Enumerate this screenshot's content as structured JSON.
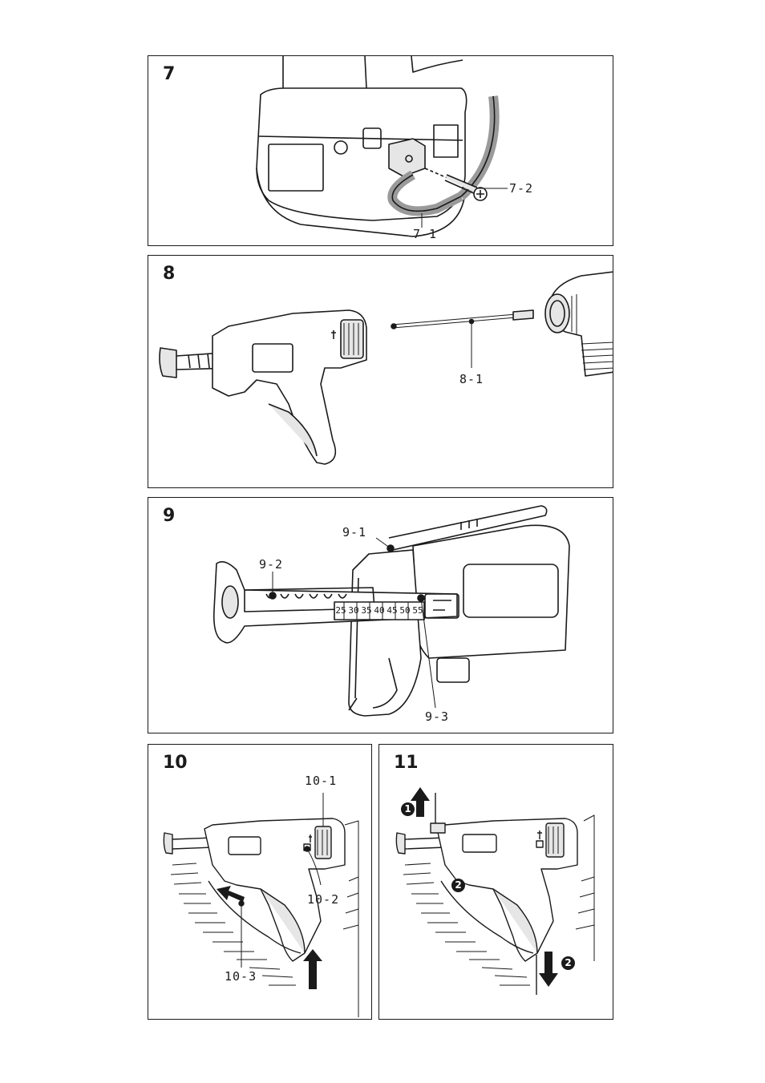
{
  "figures": [
    {
      "number": "7",
      "callouts": [
        "7-1",
        "7-2"
      ]
    },
    {
      "number": "8",
      "callouts": [
        "8-1"
      ]
    },
    {
      "number": "9",
      "callouts": [
        "9-1",
        "9-2",
        "9-3"
      ],
      "depth_scale": [
        "25",
        "30",
        "35",
        "40",
        "45",
        "50",
        "55"
      ]
    },
    {
      "number": "10",
      "callouts": [
        "10-1",
        "10-2",
        "10-3"
      ]
    },
    {
      "number": "11",
      "steps": [
        "1",
        "2",
        "2"
      ]
    }
  ],
  "colors": {
    "line": "#1a1a1a",
    "fill_light": "#e6e6e6",
    "fill_mid": "#9a9a9a"
  }
}
